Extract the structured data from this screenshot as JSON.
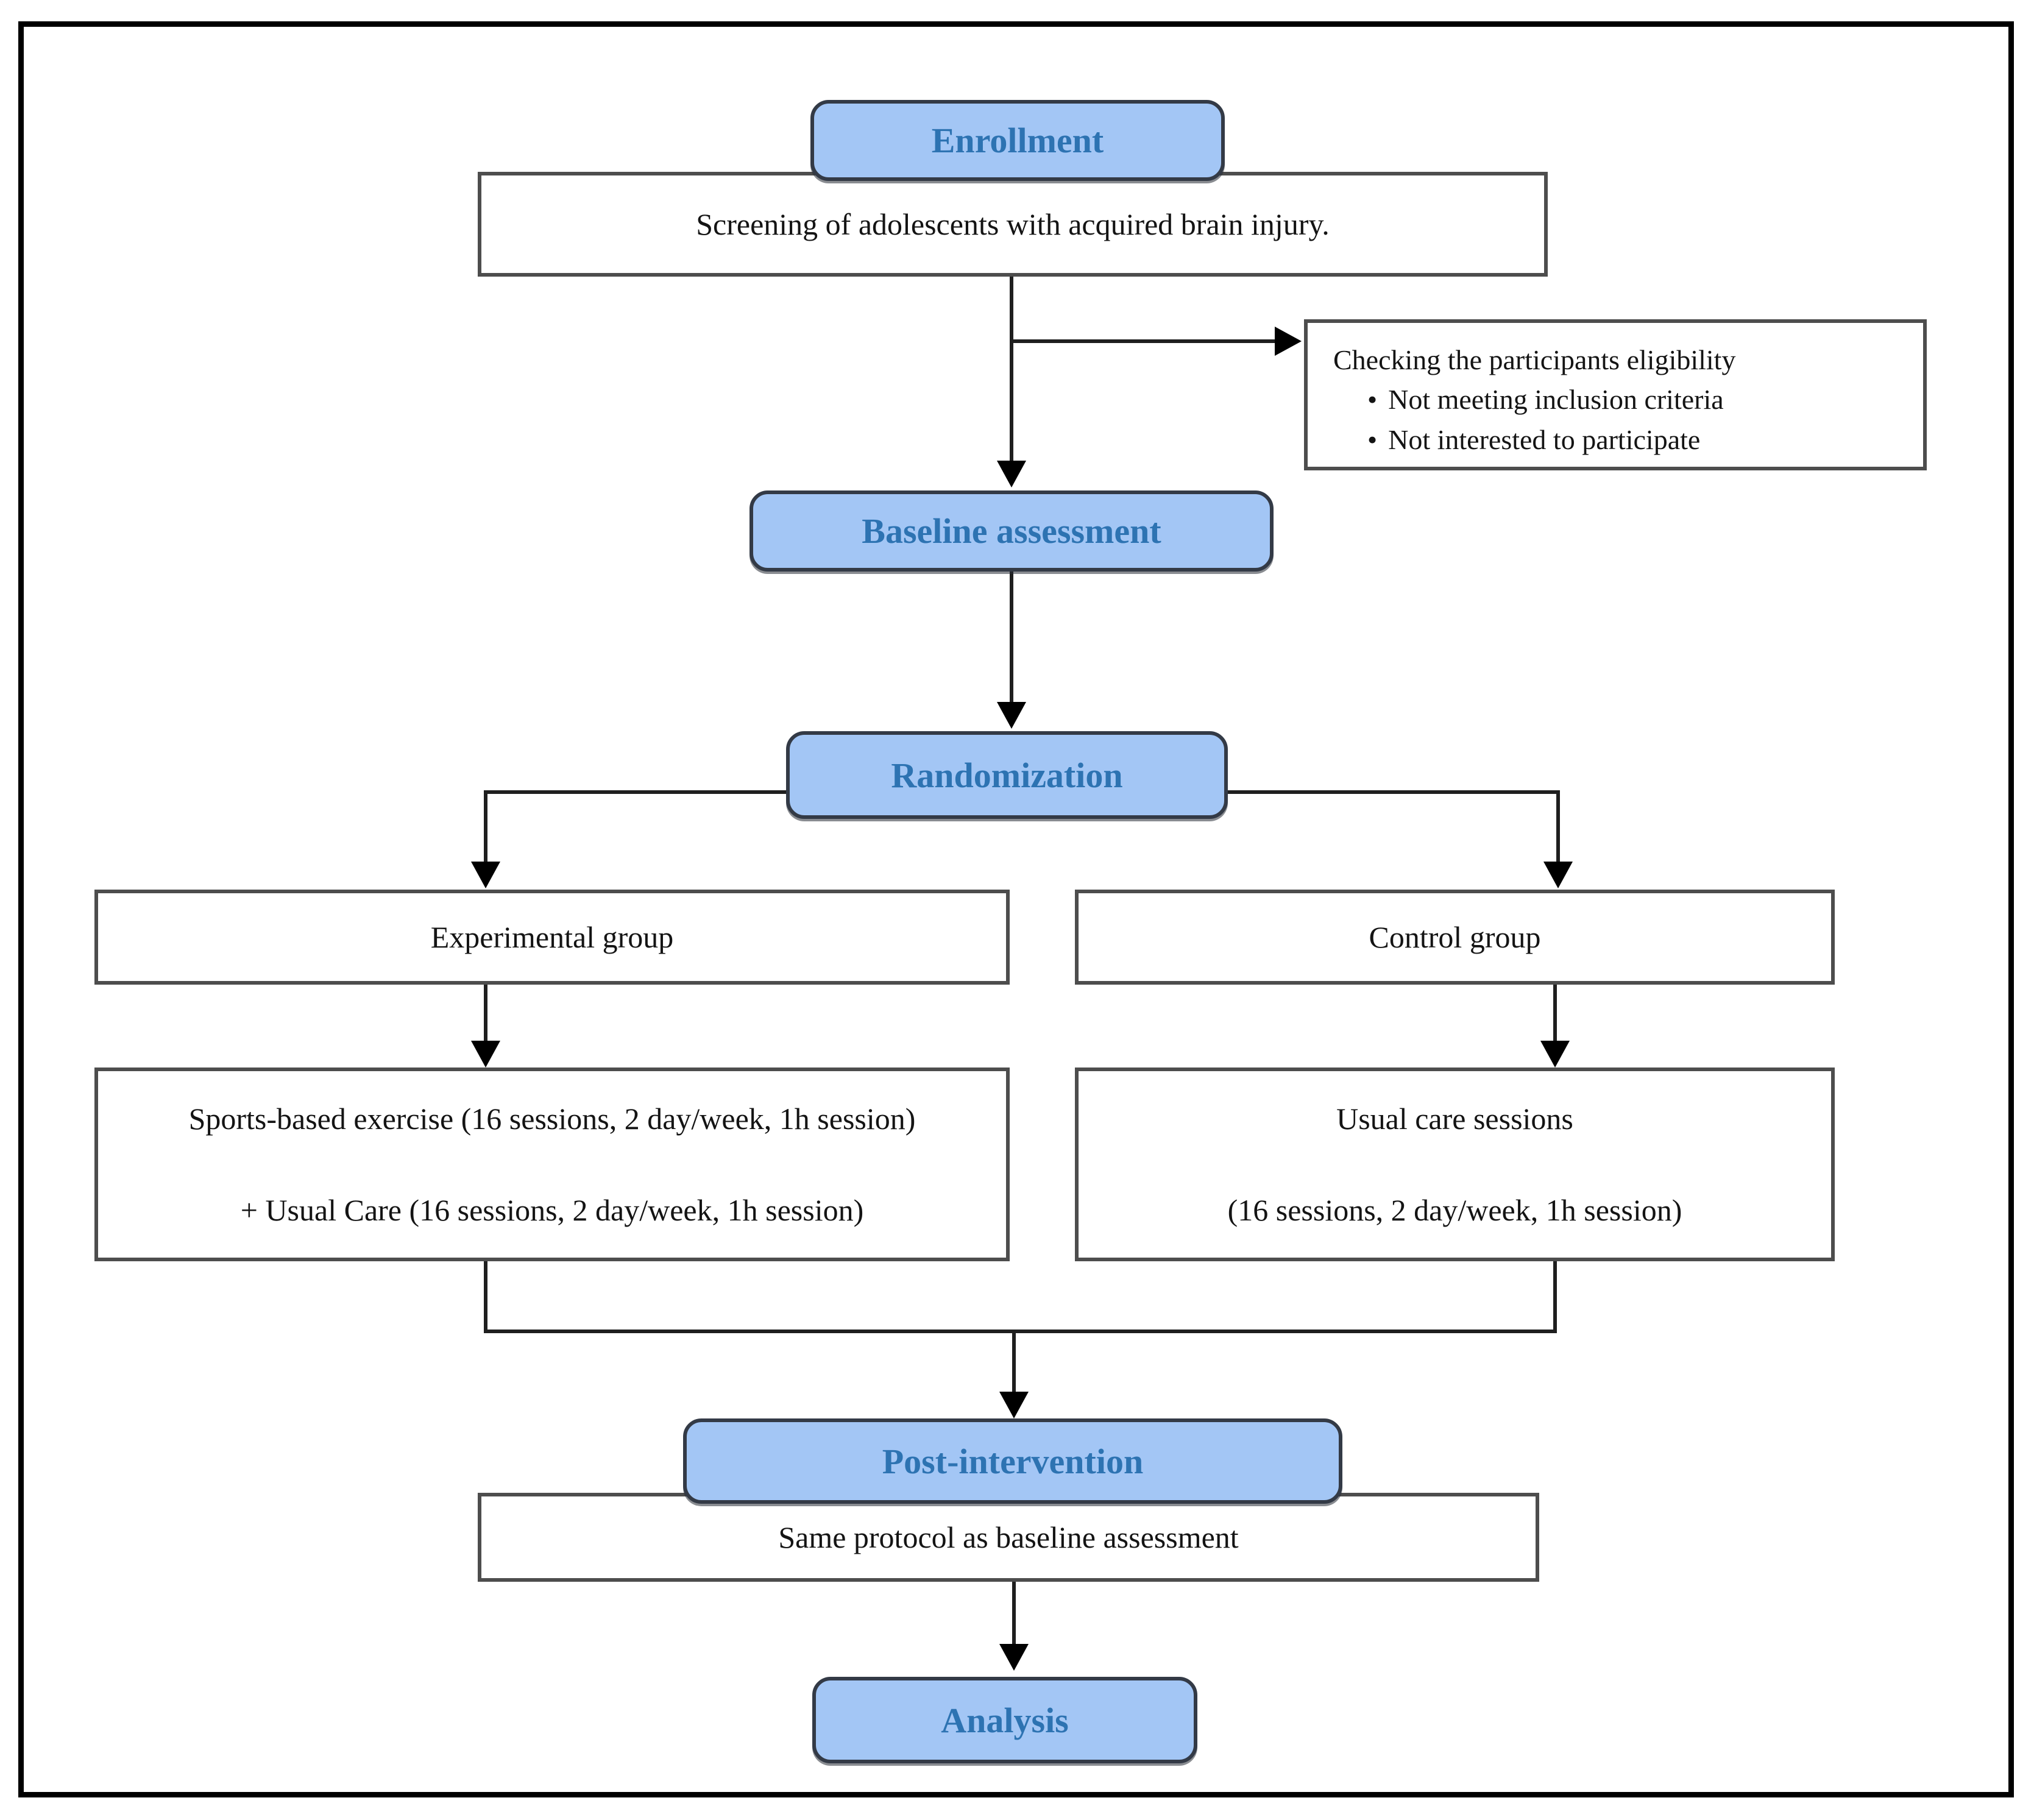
{
  "figure": {
    "nodes": {
      "enrollment": {
        "label": "Enrollment"
      },
      "screening": {
        "text": "Screening of adolescents with acquired brain injury."
      },
      "eligibility": {
        "title": "Checking the participants eligibility",
        "bullet": "•",
        "items": [
          "Not meeting inclusion criteria",
          "Not interested to participate"
        ]
      },
      "baseline": {
        "label": "Baseline assessment"
      },
      "randomization": {
        "label": "Randomization"
      },
      "experimental_group": {
        "label": "Experimental group"
      },
      "control_group": {
        "label": "Control group"
      },
      "experimental_intervention": {
        "line1": "Sports-based exercise (16 sessions, 2 day/week, 1h session)",
        "line2": "+ Usual Care (16 sessions, 2 day/week, 1h session)"
      },
      "control_intervention": {
        "line1": "Usual care sessions",
        "line2": "(16 sessions, 2 day/week, 1h session)"
      },
      "post_intervention": {
        "label": "Post-intervention"
      },
      "protocol": {
        "text": "Same protocol as baseline assessment"
      },
      "analysis": {
        "label": "Analysis"
      }
    },
    "colors": {
      "stage_fill": "#a3c6f5",
      "stage_border": "#333a46",
      "stage_text": "#2d73b2",
      "box_border": "#4d4d4d",
      "line": "#1f1f1f",
      "frame": "#000000"
    }
  }
}
